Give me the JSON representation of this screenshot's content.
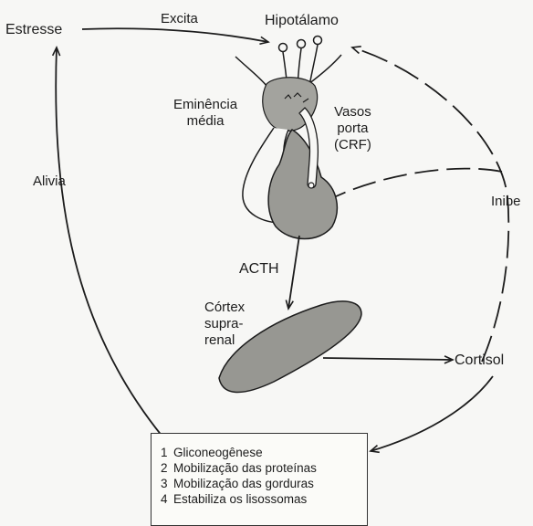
{
  "labels": {
    "estresse": "Estresse",
    "excita": "Excita",
    "hipotalamo": "Hipotálamo",
    "eminencia": "Eminência\nmédia",
    "vasos": "Vasos\nporta\n(CRF)",
    "alivia": "Alivia",
    "inibe": "Inibe",
    "acth": "ACTH",
    "cortex": "Córtex\nsupra-\nrenal",
    "cortisol": "Cortisol"
  },
  "effects": [
    {
      "num": "1",
      "text": "Gliconeogênese"
    },
    {
      "num": "2",
      "text": "Mobilização das proteínas"
    },
    {
      "num": "3",
      "text": "Mobilização das gorduras"
    },
    {
      "num": "4",
      "text": "Estabiliza os lisossomas"
    }
  ],
  "colors": {
    "stroke": "#1c1c1c",
    "gland_fill": "#9a9a95",
    "median_fill": "#a3a39e",
    "cortex_fill": "#979792"
  }
}
